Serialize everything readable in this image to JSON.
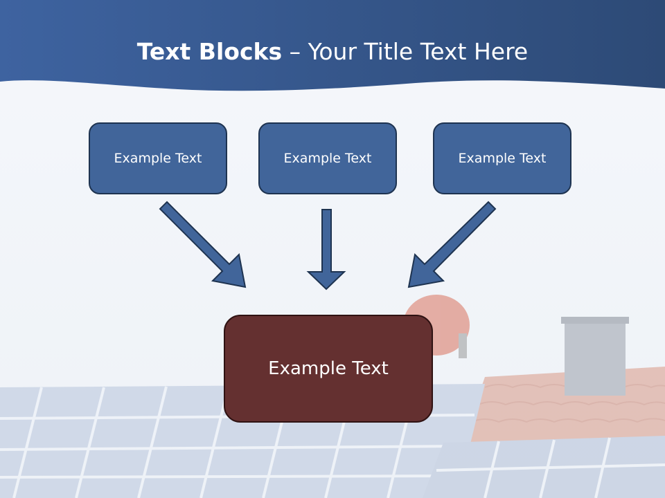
{
  "title": {
    "bold": "Text Blocks",
    "dash": " – ",
    "rest": "Your Title Text Here"
  },
  "blocks": {
    "top": [
      {
        "label": "Example Text"
      },
      {
        "label": "Example Text"
      },
      {
        "label": "Example Text"
      }
    ],
    "bottom": {
      "label": "Example Text"
    }
  },
  "colors": {
    "header": "#3b5f94",
    "box_fill": "#41659a",
    "box_border": "#1e3350",
    "bottom_fill": "#643030",
    "arrow_fill": "#41659a"
  }
}
